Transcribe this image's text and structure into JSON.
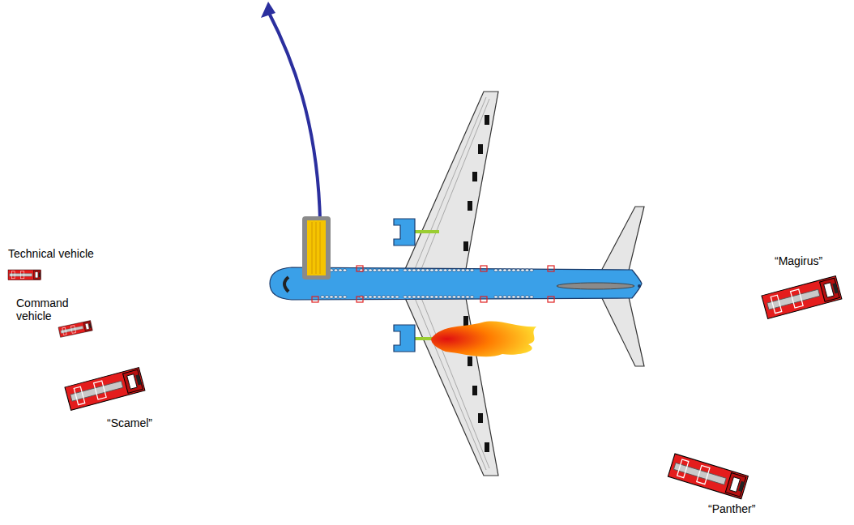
{
  "diagram": {
    "labels": [
      "Technical vehicle",
      "Command vehicle",
      "“Scamel”",
      "“Magirus”",
      "“Panther”"
    ]
  }
}
